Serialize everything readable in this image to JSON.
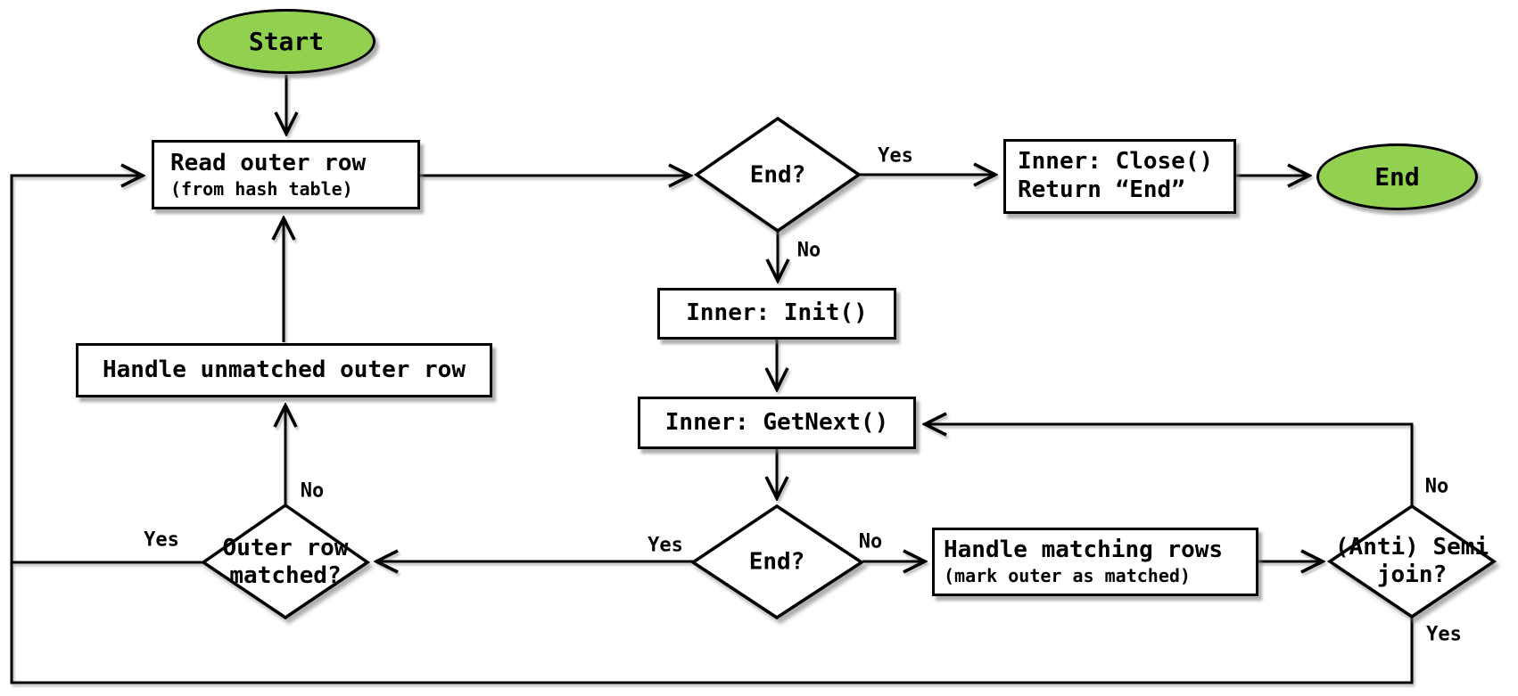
{
  "diagram": {
    "colors": {
      "terminal_fill": "#92d050",
      "node_fill": "#ffffff",
      "stroke": "#000000"
    },
    "nodes": {
      "start": {
        "label": "Start"
      },
      "read_outer": {
        "label": "Read outer row",
        "sublabel": "(from hash table)"
      },
      "end_check_top": {
        "label": "End?"
      },
      "inner_close": {
        "line1": "Inner: Close()",
        "line2": "Return “End”"
      },
      "end": {
        "label": "End"
      },
      "inner_init": {
        "label": "Inner: Init()"
      },
      "inner_getnext": {
        "label": "Inner: GetNext()"
      },
      "end_check_inner": {
        "label": "End?"
      },
      "handle_matching": {
        "label": "Handle matching rows",
        "sublabel": "(mark outer as matched)"
      },
      "semi_join": {
        "line1": "(Anti) Semi",
        "line2": "join?"
      },
      "outer_matched": {
        "line1": "Outer row",
        "line2": "matched?"
      },
      "handle_unmatched": {
        "label": "Handle unmatched outer row"
      }
    },
    "edge_labels": {
      "top_end_yes": "Yes",
      "top_end_no": "No",
      "inner_end_yes": "Yes",
      "inner_end_no": "No",
      "semi_join_no": "No",
      "semi_join_yes": "Yes",
      "outer_matched_no": "No",
      "outer_matched_yes": "Yes"
    }
  }
}
